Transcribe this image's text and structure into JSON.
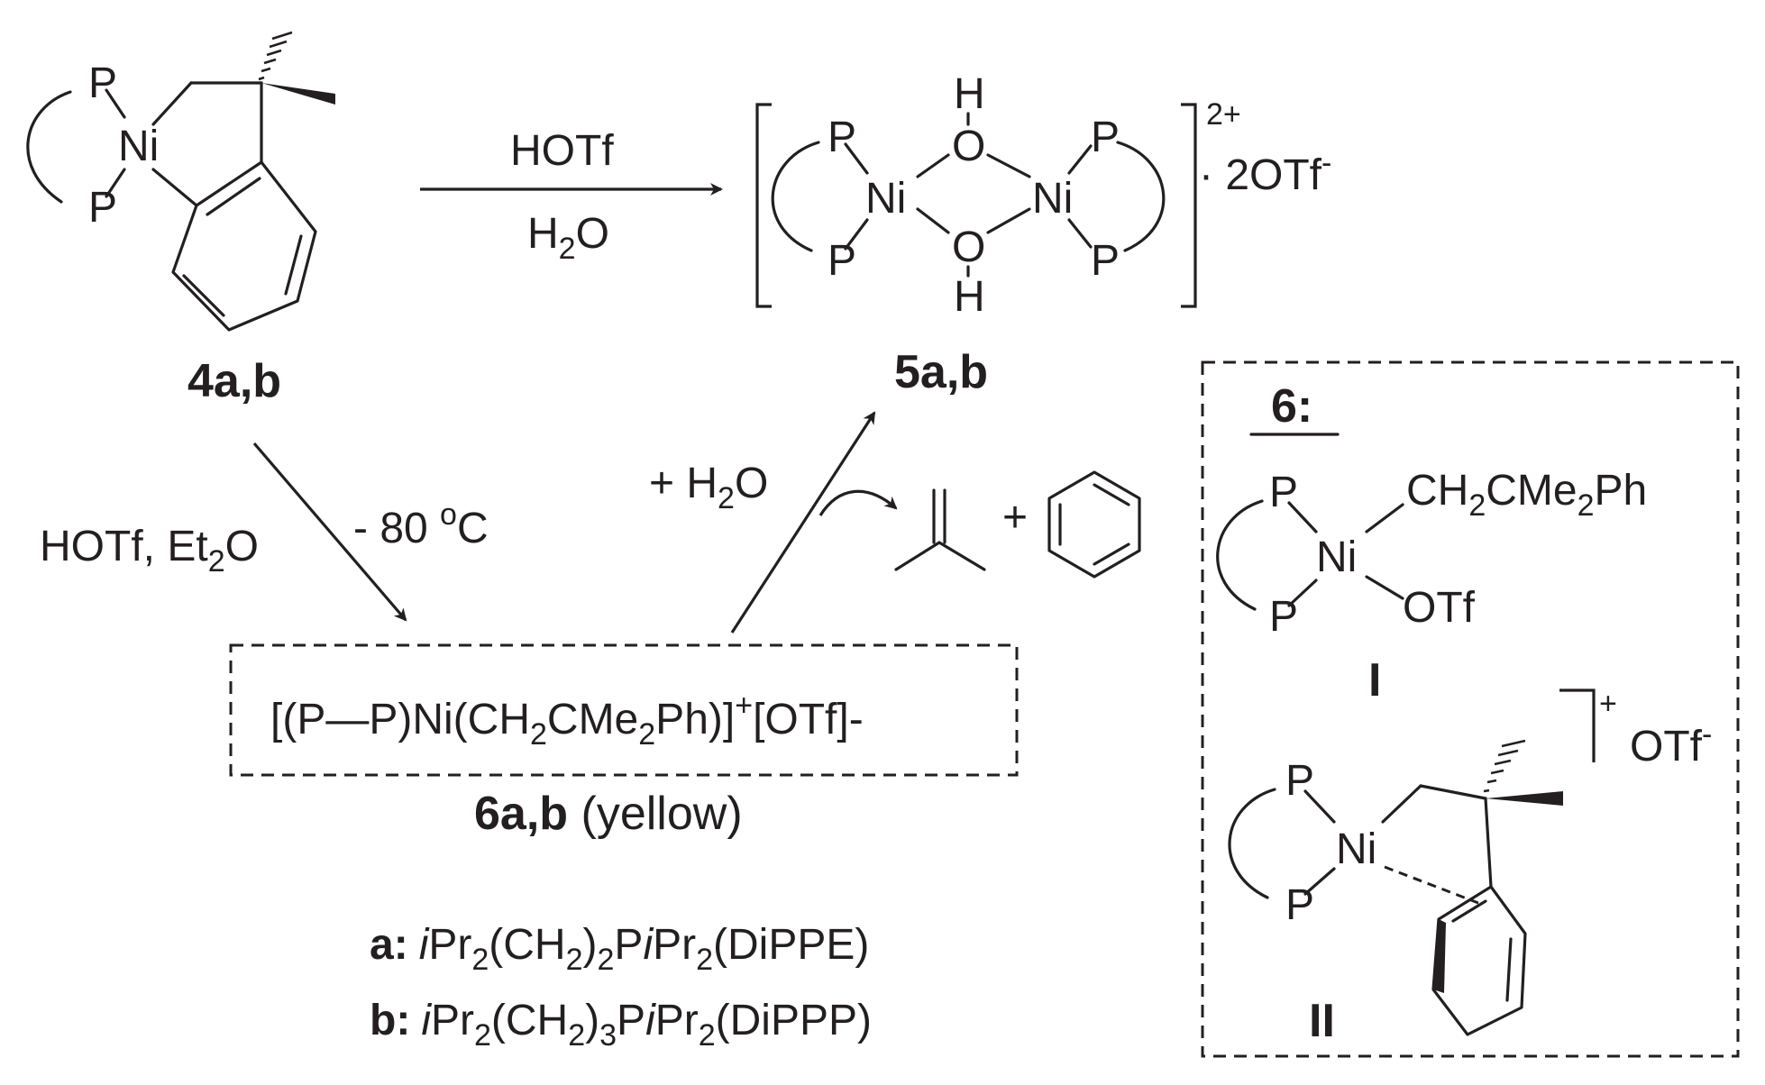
{
  "atoms": {
    "P": "P",
    "Ni": "Ni",
    "O": "O",
    "H": "H"
  },
  "reactions": {
    "top_reagent": "HOTf",
    "top_solvent_main": "H",
    "top_solvent_sub": "2",
    "top_solvent_tail": "O",
    "left_reagent_main": "HOTf, Et",
    "left_reagent_sub": "2",
    "left_reagent_tail": "O",
    "left_temp": "- 80 ",
    "left_temp_sup": "o",
    "left_temp_unit": "C",
    "water_add": "+ H",
    "water_add_sub": "2",
    "water_add_tail": "O",
    "plus": "+"
  },
  "compounds": {
    "c4": {
      "label": "4a,b"
    },
    "c5": {
      "label": "5a,b",
      "charge": "2+",
      "counterion": "· 2OTf",
      "counterion_sup": "-"
    },
    "c6": {
      "formula_a": "[(P—P)Ni(CH",
      "formula_sub1": "2",
      "formula_b": "CMe",
      "formula_sub2": "2",
      "formula_c": "Ph)]",
      "formula_sup": "+",
      "formula_d": "[OTf]-",
      "label_bold": "6a,b",
      "label_note": " (yellow)"
    }
  },
  "ligands": {
    "a": {
      "key": "a:",
      "i1": "i",
      "t1": "Pr",
      "s1": "2",
      "t2": "(CH",
      "s2": "2",
      "t3": ")",
      "s3": "2",
      "t4": "P",
      "i2": "i",
      "t5": "Pr",
      "s4": "2",
      "t6": "(DiPPE)"
    },
    "b": {
      "key": "b:",
      "i1": "i",
      "t1": "Pr",
      "s1": "2",
      "t2": "(CH",
      "s2": "2",
      "t3": ")",
      "s3": "3",
      "t4": "P",
      "i2": "i",
      "t5": "Pr",
      "s4": "2",
      "t6": "(DiPPP)"
    }
  },
  "inset": {
    "title": "6:",
    "struct_I": {
      "alkyl_a": "CH",
      "alkyl_sub1": "2",
      "alkyl_b": "CMe",
      "alkyl_sub2": "2",
      "alkyl_c": "Ph",
      "otf": "OTf",
      "label": "I"
    },
    "struct_II": {
      "charge": "+",
      "counterion": "OTf",
      "counterion_sup": "-",
      "label": "II"
    }
  }
}
